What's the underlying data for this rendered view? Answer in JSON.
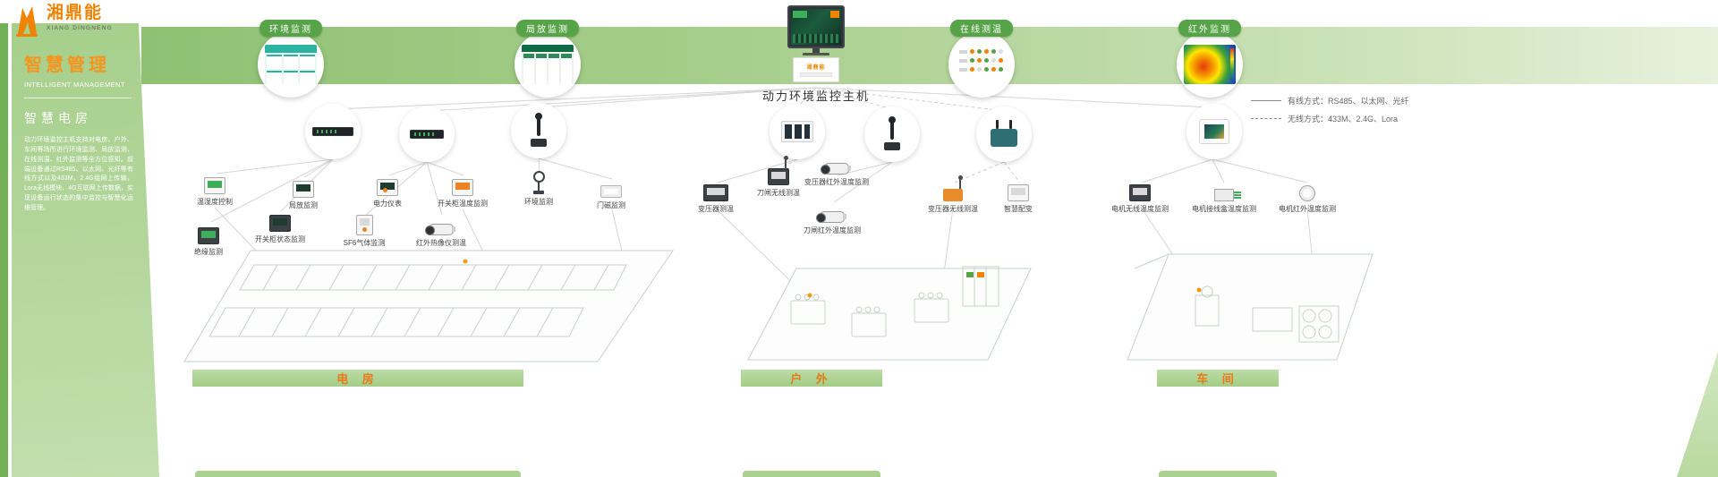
{
  "logo": {
    "name": "湘鼎能",
    "sub": "XIANG DINGNENG"
  },
  "sidebar": {
    "title": "智慧管理",
    "subtitle": "INTELLIGENT MANAGEMENT",
    "section_title": "智慧电房",
    "description": "动力环境监控主机支持对电房、户外、车间等场所进行环境监测、局放监测、在线测温、红外监测等全方位感知。前端设备通过RS485、以太网、光纤等有线方式以及433M、2.4G组网上传输，Lora无线模块、4G互联网上传数据，实现设备运行状态的集中监控与智慧化运维管理。"
  },
  "banner": {
    "badges": [
      {
        "label": "环境监测"
      },
      {
        "label": "局放监测"
      },
      {
        "label": "在线测温"
      },
      {
        "label": "红外监测"
      }
    ]
  },
  "host": {
    "label": "动力环境监控主机",
    "brand": "湘鼎能"
  },
  "legend": {
    "wired": "有线方式：RS485、以太网、光纤",
    "wireless": "无线方式：433M、2.4G、Lora"
  },
  "groups": {
    "dianfang": {
      "title": "电 房",
      "devices": [
        {
          "label": "温湿度控制"
        },
        {
          "label": "绝缘监测"
        },
        {
          "label": "开关柜状态监测"
        },
        {
          "label": "局放监测"
        },
        {
          "label": "SF6气体监测"
        },
        {
          "label": "电力仪表"
        },
        {
          "label": "红外热像仪测温"
        },
        {
          "label": "开关柜温度监测"
        },
        {
          "label": "环境监测"
        },
        {
          "label": "门磁监测"
        }
      ]
    },
    "huwai": {
      "title": "户 外",
      "devices": [
        {
          "label": "变压器测温"
        },
        {
          "label": "刀闸无线测温"
        },
        {
          "label": "变压器红外温度监测"
        },
        {
          "label": "刀闸红外温度监测"
        },
        {
          "label": "变压器无线测温"
        },
        {
          "label": "智慧配变"
        }
      ]
    },
    "chejian": {
      "title": "车 间",
      "devices": [
        {
          "label": "电机无线温度监测"
        },
        {
          "label": "电机接线盒温度监测"
        },
        {
          "label": "电机红外温度监测"
        }
      ]
    }
  }
}
